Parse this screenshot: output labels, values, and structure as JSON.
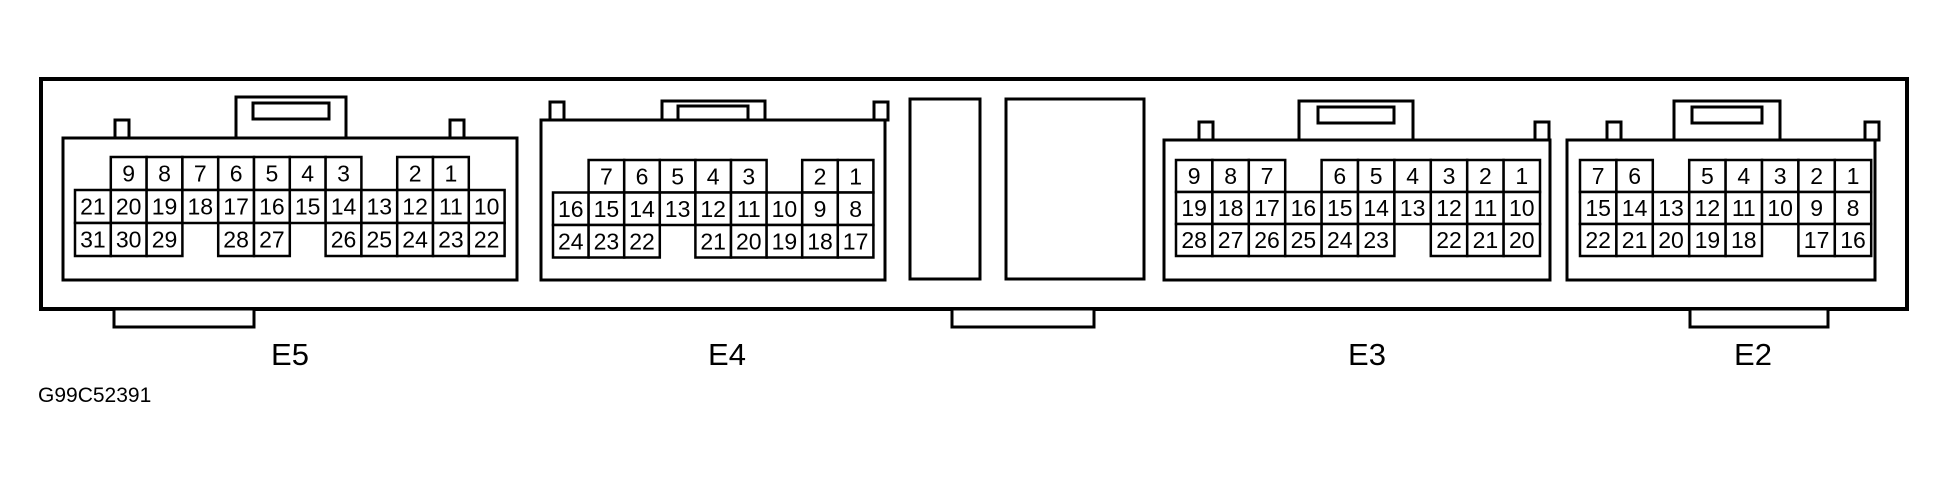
{
  "figure_id": "G99C52391",
  "connectors": [
    {
      "name": "E5",
      "rows": [
        [
          "",
          "9",
          "8",
          "7",
          "6",
          "5",
          "4",
          "3",
          "",
          "2",
          "1",
          ""
        ],
        [
          "21",
          "20",
          "19",
          "18",
          "17",
          "16",
          "15",
          "14",
          "13",
          "12",
          "11",
          "10"
        ],
        [
          "31",
          "30",
          "29",
          "",
          "28",
          "27",
          "",
          "26",
          "25",
          "24",
          "23",
          "22"
        ]
      ]
    },
    {
      "name": "E4",
      "rows": [
        [
          "",
          "7",
          "6",
          "5",
          "4",
          "3",
          "",
          "2",
          "1",
          ""
        ],
        [
          "16",
          "15",
          "14",
          "13",
          "12",
          "11",
          "10",
          "9",
          "8",
          ""
        ],
        [
          "24",
          "23",
          "22",
          "",
          "21",
          "20",
          "19",
          "18",
          "17",
          ""
        ]
      ]
    },
    {
      "name": "E3",
      "rows": [
        [
          "9",
          "8",
          "7",
          "",
          "6",
          "5",
          "4",
          "3",
          "2",
          "1"
        ],
        [
          "19",
          "18",
          "17",
          "16",
          "15",
          "14",
          "13",
          "12",
          "11",
          "10"
        ],
        [
          "28",
          "27",
          "26",
          "25",
          "24",
          "23",
          "",
          "22",
          "21",
          "20"
        ]
      ]
    },
    {
      "name": "E2",
      "rows": [
        [
          "7",
          "6",
          "",
          "5",
          "4",
          "3",
          "2",
          "1"
        ],
        [
          "15",
          "14",
          "13",
          "12",
          "11",
          "10",
          "9",
          "8"
        ],
        [
          "22",
          "21",
          "20",
          "19",
          "18",
          "",
          "17",
          "16"
        ]
      ]
    }
  ]
}
